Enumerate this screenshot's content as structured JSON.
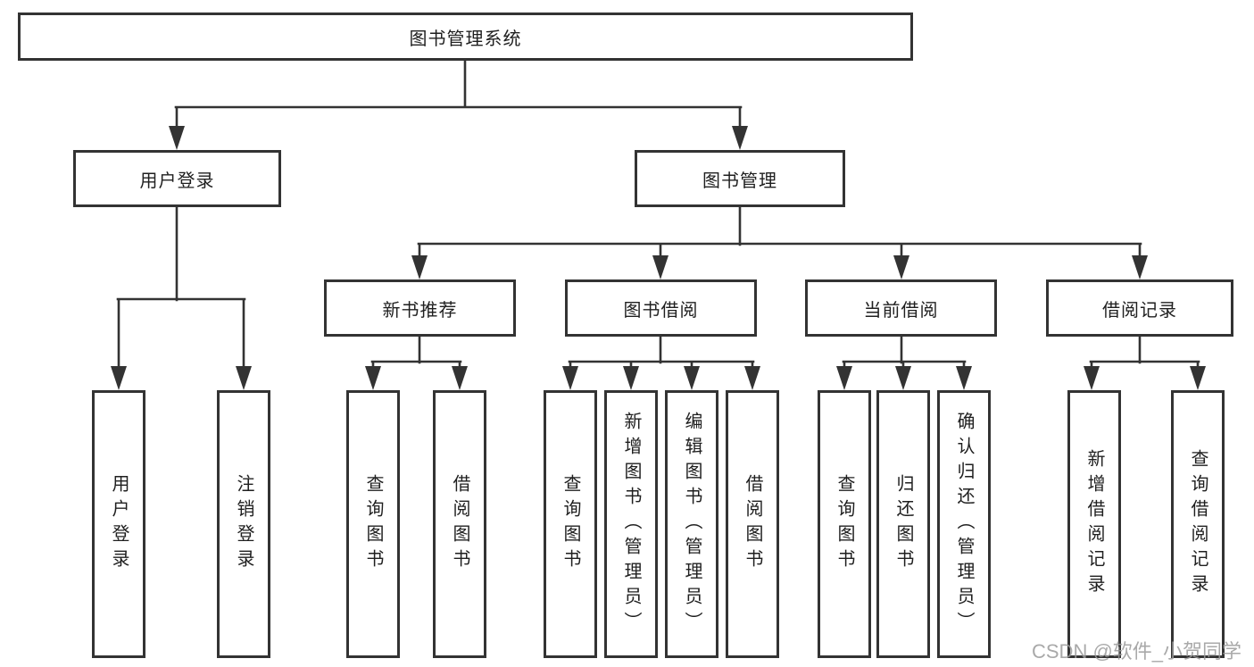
{
  "diagram": {
    "root": {
      "label": "图书管理系统"
    },
    "branches": [
      {
        "label": "用户登录"
      },
      {
        "label": "图书管理"
      }
    ],
    "modules": [
      {
        "label": "新书推荐",
        "parent": "图书管理"
      },
      {
        "label": "图书借阅",
        "parent": "图书管理"
      },
      {
        "label": "当前借阅",
        "parent": "图书管理"
      },
      {
        "label": "借阅记录",
        "parent": "图书管理"
      }
    ],
    "leaves": [
      {
        "label": "用户登录",
        "parent": "用户登录"
      },
      {
        "label": "注销登录",
        "parent": "用户登录"
      },
      {
        "label": "查询图书",
        "parent": "新书推荐"
      },
      {
        "label": "借阅图书",
        "parent": "新书推荐"
      },
      {
        "label": "查询图书",
        "parent": "图书借阅"
      },
      {
        "label": "新增图书（管理员）",
        "parent": "图书借阅"
      },
      {
        "label": "编辑图书（管理员）",
        "parent": "图书借阅"
      },
      {
        "label": "借阅图书",
        "parent": "图书借阅"
      },
      {
        "label": "查询图书",
        "parent": "当前借阅"
      },
      {
        "label": "归还图书",
        "parent": "当前借阅"
      },
      {
        "label": "确认归还（管理员）",
        "parent": "当前借阅"
      },
      {
        "label": "新增借阅记录",
        "parent": "借阅记录"
      },
      {
        "label": "查询借阅记录",
        "parent": "借阅记录"
      }
    ]
  },
  "watermark": {
    "text": "CSDN @软件_小贺同学",
    "color": "#9b9b9b"
  },
  "colors": {
    "line": "#333333",
    "border": "#333333",
    "text": "#1f1f1f",
    "background": "#ffffff"
  }
}
